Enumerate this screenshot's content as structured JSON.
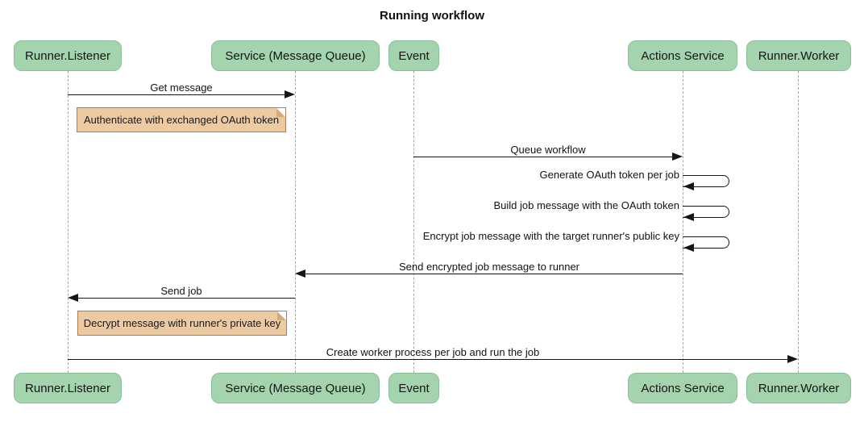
{
  "title": "Running workflow",
  "colors": {
    "actor_fill": "#a3d4ae",
    "actor_border": "#8bbf99",
    "note_fill": "#edcaa1",
    "note_border": "#aa8052",
    "note_fold": "#d5ab7c",
    "lifeline": "#a6a6a6",
    "arrow": "#161616"
  },
  "participants": [
    {
      "label": "Runner.Listener"
    },
    {
      "label": "Service (Message Queue)"
    },
    {
      "label": "Event"
    },
    {
      "label": "Actions Service"
    },
    {
      "label": "Runner.Worker"
    }
  ],
  "messages": [
    {
      "type": "arrow",
      "from": "Runner.Listener",
      "to": "Service (Message Queue)",
      "label": "Get message"
    },
    {
      "type": "note",
      "over": "Runner.Listener,Service (Message Queue)",
      "label": "Authenticate with exchanged OAuth token"
    },
    {
      "type": "arrow",
      "from": "Event",
      "to": "Actions Service",
      "label": "Queue workflow"
    },
    {
      "type": "self",
      "on": "Actions Service",
      "label": "Generate OAuth token per job"
    },
    {
      "type": "self",
      "on": "Actions Service",
      "label": "Build job message with the OAuth token"
    },
    {
      "type": "self",
      "on": "Actions Service",
      "label": "Encrypt job message with the target runner's public key"
    },
    {
      "type": "arrow",
      "from": "Actions Service",
      "to": "Service (Message Queue)",
      "label": "Send encrypted job message to runner"
    },
    {
      "type": "arrow",
      "from": "Service (Message Queue)",
      "to": "Runner.Listener",
      "label": "Send job"
    },
    {
      "type": "note",
      "over": "Runner.Listener,Service (Message Queue)",
      "label": "Decrypt message with runner's private key"
    },
    {
      "type": "arrow",
      "from": "Runner.Listener",
      "to": "Runner.Worker",
      "label": "Create worker process per job and run the job"
    }
  ]
}
